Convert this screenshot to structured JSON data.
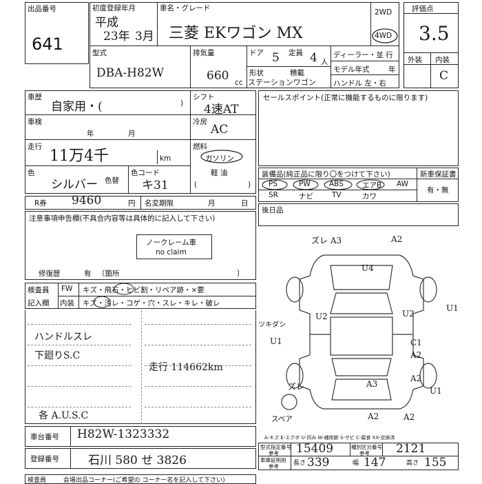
{
  "header": {
    "lot_label": "出品番号",
    "lot_number": "641",
    "first_reg_label": "初度登録年月",
    "first_reg_era": "平成",
    "first_reg_year": "23年",
    "first_reg_month": "3月",
    "name_label": "車名・グレード",
    "name_value": "三菱 EKワゴン MX",
    "drive_2wd": "2WD",
    "drive_4wd": "4WD",
    "grade_label": "評価点",
    "grade_value": "3.5",
    "ext_label": "外装",
    "int_label": "内装",
    "int_value": "C",
    "model_label": "型式",
    "model_value": "DBA-H82W",
    "disp_label": "排気量",
    "disp_value": "660",
    "disp_unit": "cc",
    "door_label": "ドア",
    "door_value": "5",
    "cap_label": "定員",
    "cap_value": "4",
    "cap_unit": "人",
    "shape_label": "形状",
    "shape_value": "ステーションワゴン",
    "load_label": "積載",
    "dealer_label": "ディーラー・並 行",
    "model_year_label": "モデル年式",
    "model_year_unit": "年",
    "handle_label": "ハンドル 左・右"
  },
  "history": {
    "label": "車歴",
    "value": "自家用・(",
    "close": ")",
    "inspect_label": "車検",
    "inspect_year": "年",
    "inspect_month": "月",
    "mileage_label": "走行",
    "mileage_value": "11万4千",
    "mileage_unit": "km",
    "color_label": "色",
    "color_value": "シルバー",
    "repaint_label": "色替",
    "color_code_label": "色コード",
    "color_code_value": "キ31",
    "shift_label": "シフト",
    "shift_value": "4速AT",
    "ac_label": "冷房",
    "ac_value": "AC",
    "fuel_label": "燃料",
    "fuel_gas": "ガソリン",
    "fuel_diesel": "軽 油",
    "r_label": "R券",
    "r_value": "9460",
    "r_unit": "円",
    "transfer_label": "名変期限",
    "transfer_month": "月",
    "transfer_day": "日"
  },
  "sales": {
    "label": "セールスポイント(正常に機能するものに限ります)",
    "equip_label": "装備品(純正品に限り〇をつけて下さい)",
    "new_warranty_label": "新車保証書",
    "row1": [
      "PS",
      "PW",
      "ABS",
      "エアB",
      "AW"
    ],
    "row2": [
      "SR",
      "ナビ",
      "TV",
      "カワ"
    ],
    "warranty_value": "有・無",
    "after_label": "後日品"
  },
  "notes": {
    "label": "注意事項申告欄(不具合内容等は具体的に記入して下さい)",
    "noclaim_jp": "ノークレーム車",
    "noclaim_en": "no claim",
    "repair_label": "修復歴",
    "repair_value": "有",
    "repair_part": "〔箇所",
    "repair_close": "〕"
  },
  "inspector": {
    "label1": "検査員",
    "label2": "記入欄",
    "fw": "FW",
    "fw_text": "キズ・飛石・ヒビ割・リペア跡・×要",
    "int": "内装",
    "int_text": "キズ・汚レ・コゲ・穴・スレ・キレ・破レ"
  },
  "remarks": {
    "line1": "ハンドルスレ",
    "line2": "下廻りS.C",
    "line3": "走行 114662km",
    "line4": "各 A.U.S.C"
  },
  "diagram": {
    "marks": [
      "ズレ A3",
      "A2",
      "U4",
      "U2",
      "U2",
      "ツキダシ",
      "U1",
      "U1",
      "C1",
      "A2",
      "A3",
      "A2",
      "ズレ",
      "U1",
      "A2",
      "A2"
    ],
    "spare_label": "スペア",
    "legend": "A-キズ  E-エクボ  U-凹み  W-補修跡  S-サビ  C-腐食  XX-交換済"
  },
  "footer": {
    "chassis_label": "車台番号",
    "chassis_value": "H82W-1323332",
    "reg_label": "登録番号",
    "reg_value": "石川 580 せ 3826",
    "type_cert_label": "型式指定番号",
    "type_cert_value": "15409",
    "type_class_label": "種別区分番号",
    "type_class_value": "2121",
    "ref_label": "参考",
    "dims_label": "車庫証明用",
    "length_label": "長さ",
    "length_value": "339",
    "width_label": "幅",
    "width_value": "147",
    "height_label": "高さ",
    "height_value": "155",
    "cut_label": "検査員",
    "cut_text": "会場出品コーナー(ご希望の コーナー名を記入して下さい)"
  }
}
